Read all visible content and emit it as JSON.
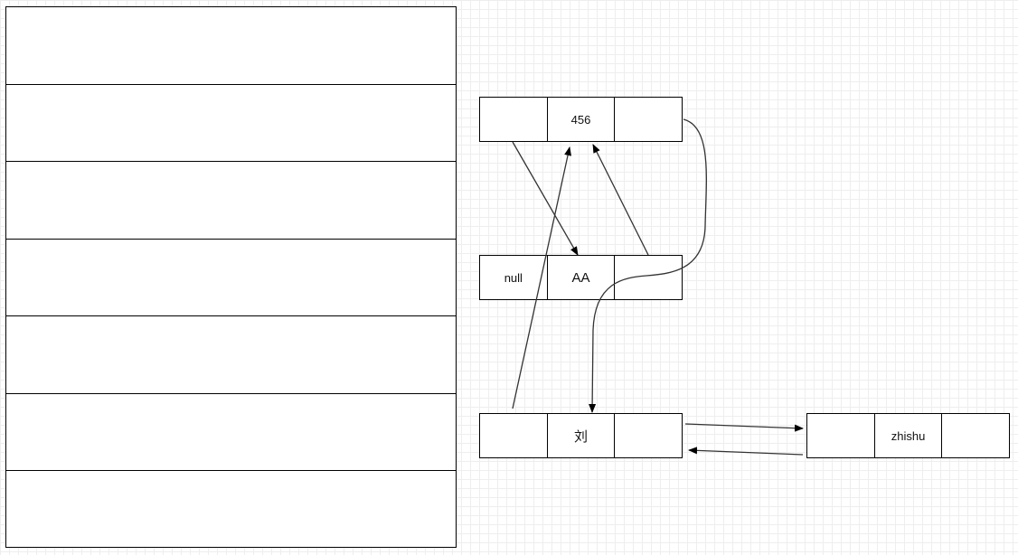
{
  "nodes": [
    {
      "cells": [
        "",
        "456",
        ""
      ]
    },
    {
      "cells": [
        "null",
        "AA",
        ""
      ]
    },
    {
      "cells": [
        "",
        "刘",
        ""
      ]
    },
    {
      "cells": [
        "",
        "zhishu",
        ""
      ]
    }
  ]
}
